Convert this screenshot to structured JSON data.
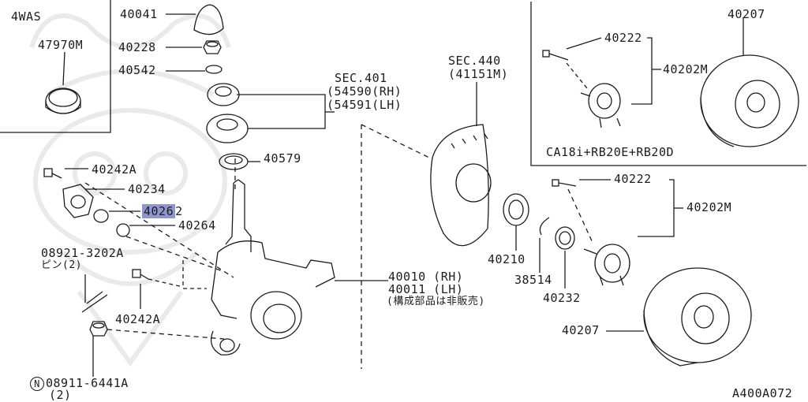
{
  "inset_left": {
    "variant": "4WAS",
    "part": "47970M"
  },
  "inset_right": {
    "bolt": "40222",
    "hub": "40202M",
    "rotor": "40207",
    "engines": "CA18i+RB20E+RB20D"
  },
  "parts": {
    "boot": "40041",
    "nut": "40228",
    "washer": "40542",
    "sec401_title": "SEC.401",
    "sec401_rh": "(54590(RH)",
    "sec401_lh": "(54591(LH)",
    "bearing": "40579",
    "sec440_title": "SEC.440",
    "sec440_sub": "(41151M)",
    "bolt_a": "40242A",
    "bracket": "40234",
    "seal_highlighted": "4026",
    "seal_highlighted_tail": "2",
    "ring": "40264",
    "pin_code": "08921-3202A",
    "pin_note": "ピン(2)",
    "knuckle_rh": "40010 (RH)",
    "knuckle_lh": "40011 (LH)",
    "knuckle_note": "(構成部品は非販売)",
    "bolt_b": "40242A",
    "nut_code": "08911-6441A",
    "nut_qty": "(2)",
    "nut_mark": "N",
    "bearing_outer": "40210",
    "snap_ring": "38514",
    "seal_outer": "40232",
    "bolt_main": "40222",
    "hub_main": "40202M",
    "rotor_main": "40207",
    "diagram_id": "A400A072"
  }
}
